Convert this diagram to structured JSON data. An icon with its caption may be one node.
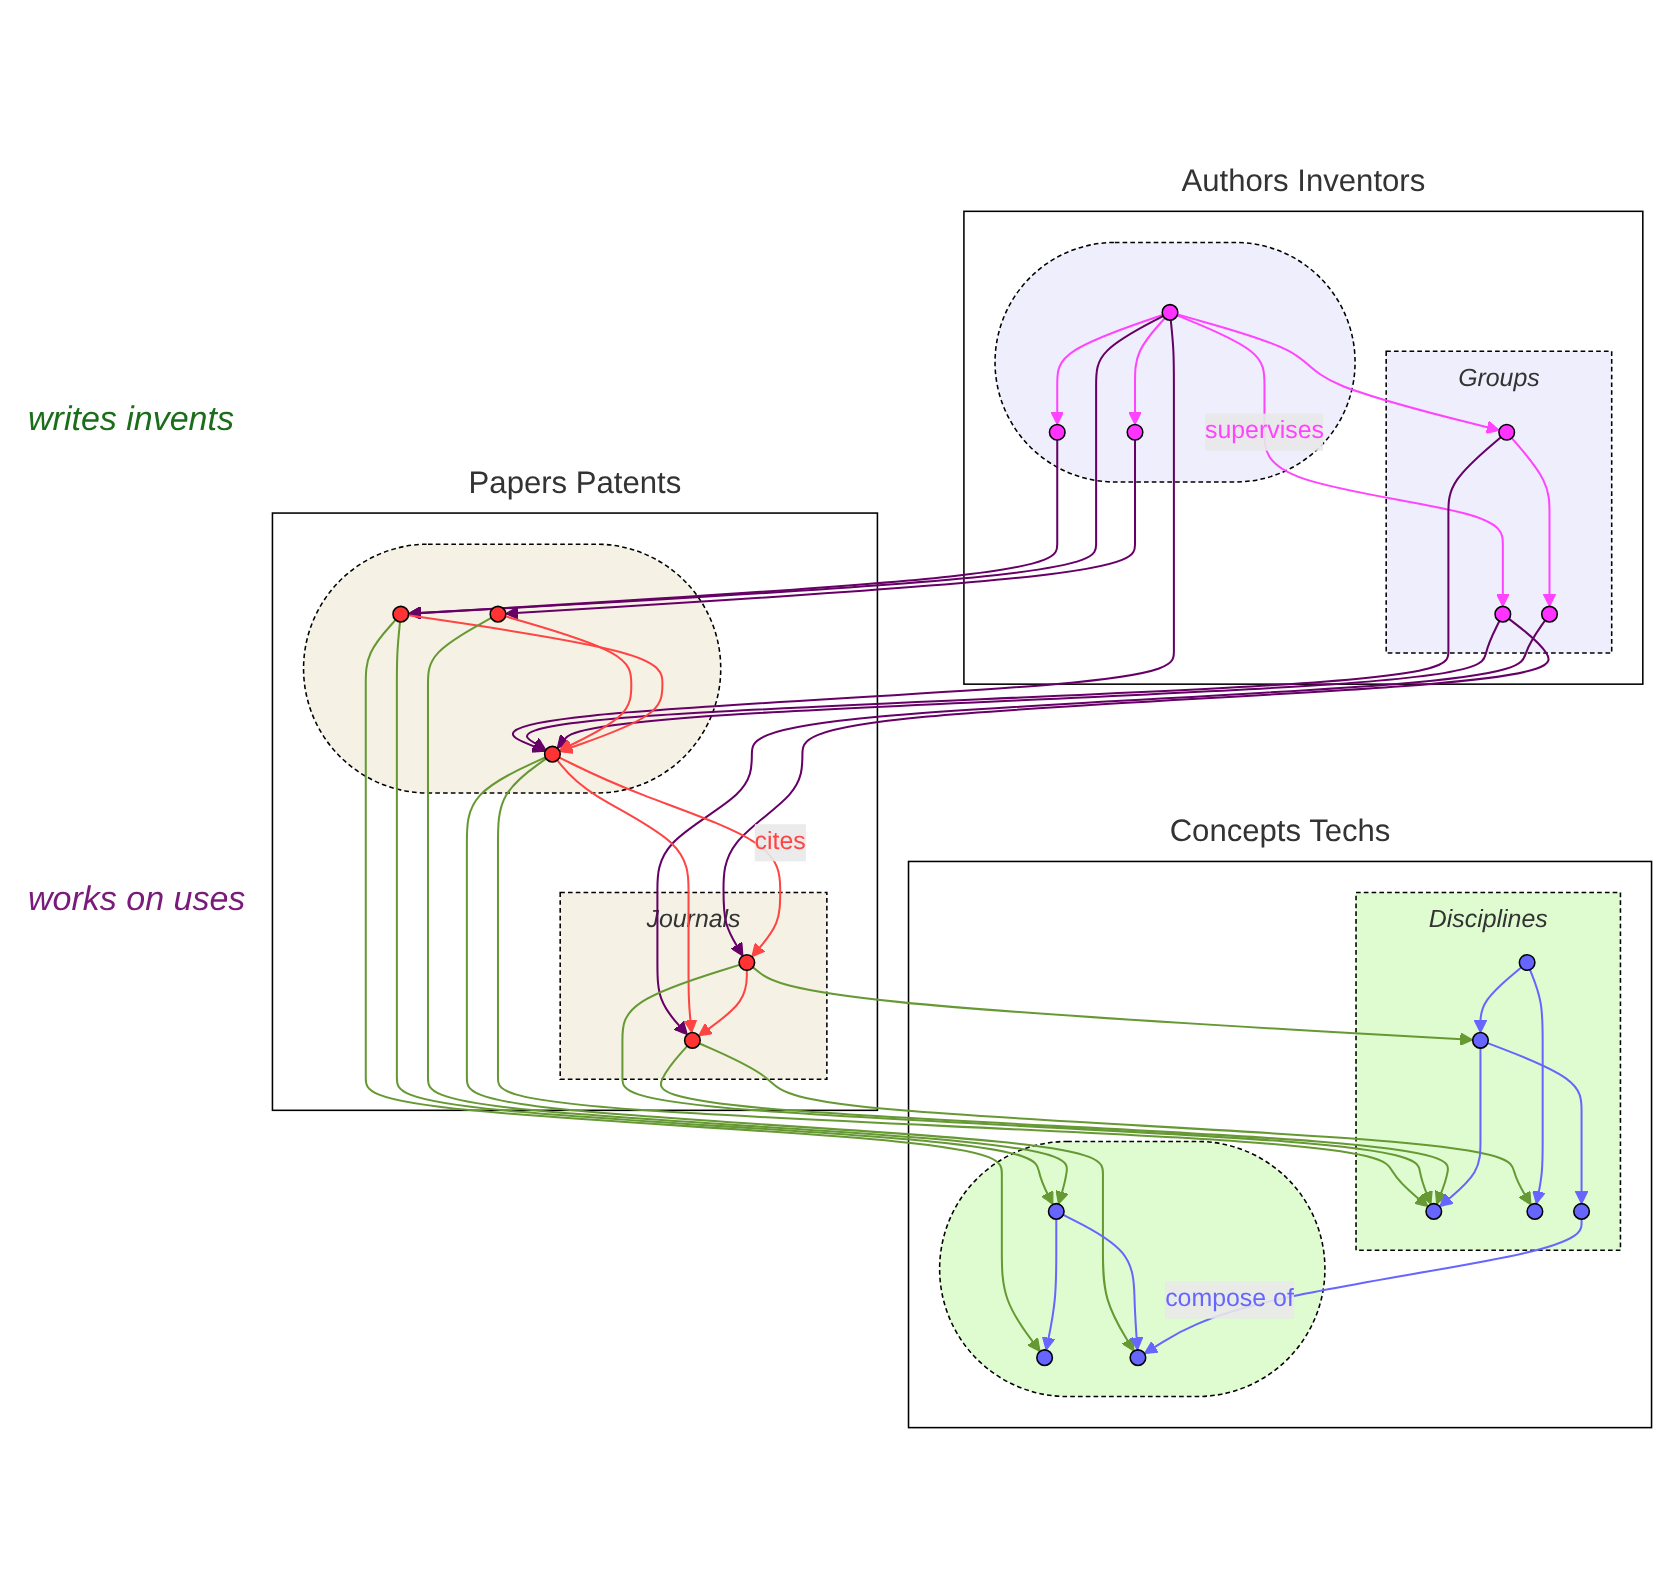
{
  "diagram": {
    "nodes": [
      {
        "text": [
          "Authors Inventors"
        ]
      },
      {
        "text": [],
        "shape": "ellipse",
        "in": 0
      },
      {
        "text": [],
        "shape": "ellipse",
        "in": 1
      },
      {
        "text": [],
        "shape": "ellipse",
        "in": 1
      },
      {
        "text": [],
        "shape": "ellipse",
        "in": 1
      },
      {
        "text": [
          "Groups"
        ],
        "in": 0
      },
      {
        "text": [],
        "shape": "ellipse",
        "in": 5
      },
      {
        "text": [],
        "shape": "ellipse",
        "in": 5
      },
      {
        "text": [],
        "shape": "ellipse",
        "in": 5
      },
      {
        "text": [
          "Papers Patents"
        ]
      },
      {
        "text": [],
        "shape": "ellipse",
        "in": 9
      },
      {
        "text": [],
        "shape": "ellipse",
        "in": 10
      },
      {
        "text": [],
        "shape": "ellipse",
        "in": 10
      },
      {
        "text": [],
        "shape": "ellipse",
        "in": 10
      },
      {
        "text": [
          "Journals"
        ],
        "in": 9
      },
      {
        "text": [],
        "shape": "ellipse",
        "in": 14
      },
      {
        "text": [],
        "shape": "ellipse",
        "in": 14
      },
      {
        "text": [
          "Concepts Techs"
        ]
      },
      {
        "text": [],
        "shape": "ellipse",
        "in": 17
      },
      {
        "text": [],
        "shape": "ellipse",
        "in": 18
      },
      {
        "text": [],
        "shape": "ellipse",
        "in": 18
      },
      {
        "text": [],
        "shape": "ellipse",
        "in": 18
      },
      {
        "text": [
          "Disciplines"
        ],
        "in": 17
      },
      {
        "text": [],
        "shape": "ellipse",
        "in": 22
      },
      {
        "text": [],
        "shape": "ellipse",
        "in": 22
      },
      {
        "text": [],
        "shape": "ellipse",
        "in": 22
      },
      {
        "text": [],
        "shape": "ellipse",
        "in": 22
      },
      {
        "text": [],
        "shape": "ellipse",
        "in": 22
      }
    ],
    "edges": [
      {
        "from": 4,
        "to": 2,
        "arrow": "to",
        "color": "#ff44ff"
      },
      {
        "from": 4,
        "to": 3,
        "arrow": "to",
        "color": "#ff44ff"
      },
      {
        "from": 4,
        "to": 6,
        "arrow": "to",
        "label": "supervises",
        "color": "#ff44ff"
      },
      {
        "from": 4,
        "to": 7,
        "arrow": "to",
        "color": "#ff44ff"
      },
      {
        "from": 7,
        "to": 8,
        "arrow": "to",
        "color": "#ff44ff"
      },
      {
        "from": 3,
        "to": 12,
        "arrow": "to",
        "color": "#660066"
      },
      {
        "from": 2,
        "to": 11,
        "arrow": "to",
        "color": "#660066"
      },
      {
        "from": 4,
        "to": 12,
        "arrow": "to",
        "color": "#660066"
      },
      {
        "from": 4,
        "to": 13,
        "arrow": "to",
        "color": "#660066"
      },
      {
        "from": 7,
        "to": 13,
        "arrow": "to",
        "color": "#660066"
      },
      {
        "from": 6,
        "to": 13,
        "arrow": "to",
        "color": "#660066"
      },
      {
        "from": 6,
        "to": 15,
        "arrow": "to",
        "color": "#660066"
      },
      {
        "from": 8,
        "to": 16,
        "arrow": "to",
        "color": "#660066"
      },
      {
        "from": 11,
        "to": 13,
        "arrow": "to",
        "color": "#ff4444"
      },
      {
        "from": 12,
        "to": 13,
        "arrow": "to",
        "color": "#ff4444"
      },
      {
        "from": 13,
        "to": 15,
        "arrow": "to",
        "label": "cites",
        "color": "#ff4444"
      },
      {
        "from": 13,
        "to": 16,
        "arrow": "to",
        "color": "#ff4444"
      },
      {
        "from": 15,
        "to": 16,
        "arrow": "to",
        "color": "#ff4444"
      },
      {
        "from": 12,
        "to": 20,
        "arrow": "to",
        "color": "#669933"
      },
      {
        "from": 12,
        "to": 19,
        "arrow": "to",
        "color": "#669933"
      },
      {
        "from": 11,
        "to": 19,
        "arrow": "to",
        "color": "#669933"
      },
      {
        "from": 13,
        "to": 21,
        "arrow": "to",
        "color": "#669933"
      },
      {
        "from": 13,
        "to": 23,
        "arrow": "to",
        "color": "#669933"
      },
      {
        "from": 15,
        "to": 23,
        "arrow": "to",
        "color": "#669933"
      },
      {
        "from": 15,
        "to": 26,
        "arrow": "to",
        "color": "#669933"
      },
      {
        "from": 16,
        "to": 23,
        "arrow": "to",
        "color": "#669933"
      },
      {
        "from": 16,
        "to": 24,
        "arrow": "to",
        "color": "#669933"
      },
      {
        "from": 19,
        "to": 20,
        "arrow": "to",
        "color": "#6666ff"
      },
      {
        "from": 19,
        "to": 21,
        "arrow": "to",
        "color": "#6666ff"
      },
      {
        "from": 25,
        "to": 21,
        "arrow": "to",
        "label": "compose of",
        "color": "#6666ff"
      },
      {
        "from": 26,
        "to": 25,
        "arrow": "to",
        "color": "#6666ff"
      },
      {
        "from": 26,
        "to": 23,
        "arrow": "to",
        "color": "#6666ff"
      },
      {
        "from": 27,
        "to": 26,
        "arrow": "to",
        "color": "#6666ff"
      },
      {
        "from": 27,
        "to": 24,
        "arrow": "to",
        "color": "#6666ff"
      }
    ],
    "labels": [
      "writes invents",
      "works on uses"
    ]
  }
}
